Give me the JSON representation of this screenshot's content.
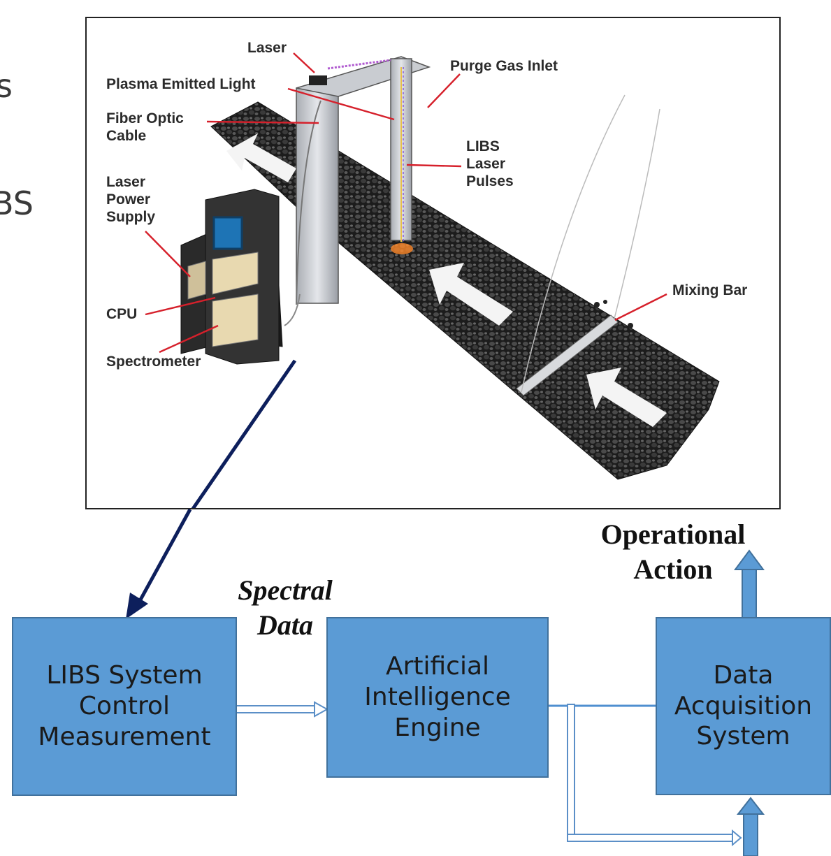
{
  "edge_text": {
    "top": "s",
    "mid": "BS"
  },
  "figure": {
    "labels": {
      "laser": "Laser",
      "plasma": "Plasma Emitted Light",
      "fiber": "Fiber Optic\nCable",
      "power": "Laser\nPower\nSupply",
      "cpu": "CPU",
      "spectrometer": "Spectrometer",
      "purge": "Purge Gas Inlet",
      "pulses": "LIBS\nLaser\nPulses",
      "mixing": "Mixing Bar"
    }
  },
  "flow": {
    "libs_box": "LIBS  System\nControl\nMeasurement",
    "ai_box": "Artificial\nIntelligence\nEngine",
    "daq_box": "Data\nAcquisition\nSystem",
    "spectral_label": "Spectral\nData",
    "action_label": "Operational\nAction"
  },
  "colors": {
    "box_fill": "#5b9bd5",
    "box_border": "#41719c",
    "arrow_navy": "#0d1f5c",
    "callout_red": "#d6202b"
  }
}
